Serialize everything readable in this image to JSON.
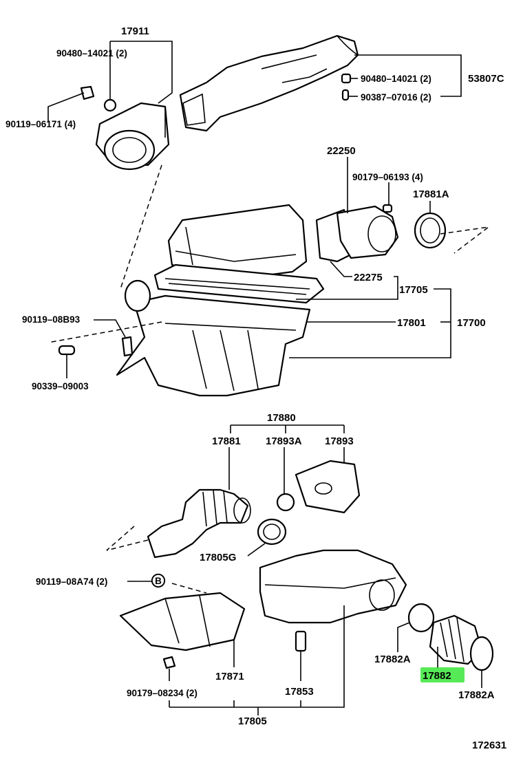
{
  "labels": {
    "p17911": "17911",
    "p90480_top": "90480–14021 (2)",
    "p90119_06171": "90119–06171 (4)",
    "p90480_right": "90480–14021 (2)",
    "p90387": "90387–07016 (2)",
    "p53807C": "53807C",
    "p22250": "22250",
    "p90179_06193": "90179–06193 (4)",
    "p17881A": "17881A",
    "p22275": "22275",
    "p17705": "17705",
    "p17801": "17801",
    "p17700": "17700",
    "p90119_08B93": "90119–08B93",
    "p90339": "90339–09003",
    "p17880": "17880",
    "p17881": "17881",
    "p17893A": "17893A",
    "p17893": "17893",
    "p17805G": "17805G",
    "p90119_08A74": "90119–08A74 (2)",
    "p17882A_left": "17882A",
    "p17882": "17882",
    "p17882A_right": "17882A",
    "p17871": "17871",
    "p17853": "17853",
    "p90179_08234": "90179–08234 (2)",
    "p17805": "17805",
    "p172631": "172631"
  },
  "marker_b": "B",
  "highlight_color": "#39e639"
}
